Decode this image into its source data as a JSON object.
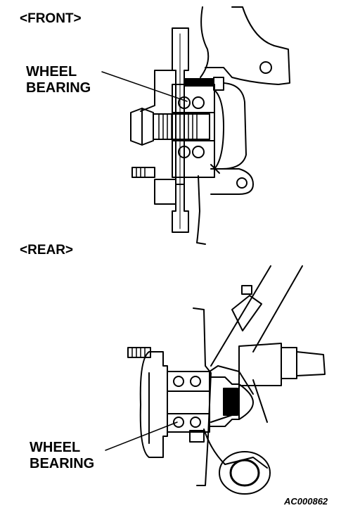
{
  "front": {
    "heading": "<FRONT>",
    "callout_line1": "WHEEL",
    "callout_line2": "BEARING"
  },
  "rear": {
    "heading": "<REAR>",
    "callout_line1": "WHEEL",
    "callout_line2": "BEARING"
  },
  "figure_code": "AC000862"
}
